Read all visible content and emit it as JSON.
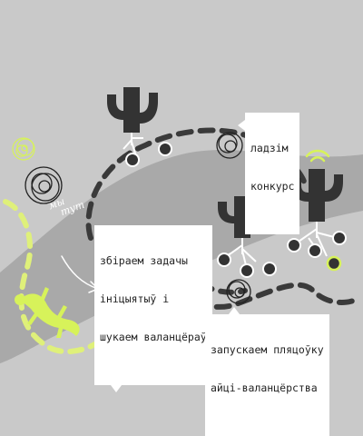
{
  "callouts": {
    "top": [
      "ладзім",
      "конкурс"
    ],
    "middle": [
      "збіраем задачы",
      "ініцыятыў і",
      "шукаем валанцёраў"
    ],
    "bottom": [
      "запускаем пляцоўку",
      "айці-валанцёрства"
    ]
  },
  "handwriting": [
    "мы",
    "тут"
  ],
  "colors": {
    "background": "#c9c9c9",
    "band": "#a9a9a9",
    "dark": "#333333",
    "accent": "#d7f25a",
    "path_dashes": "#3a3a3a",
    "lower_dashes": "#dff07a"
  },
  "icons": [
    "cactus-icon",
    "lizard-icon",
    "wifi-icon",
    "scribble-icon",
    "arrow-icon"
  ]
}
